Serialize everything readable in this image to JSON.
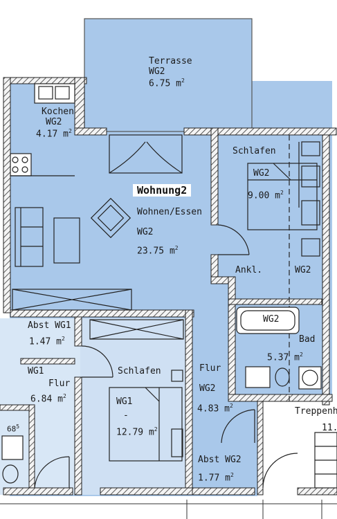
{
  "plan": {
    "title": "Wohnung2",
    "unit": "m",
    "colors": {
      "room_fill": "#a9c8ea",
      "room_fill_light": "#d4e4f5",
      "wall": "#2a2a2a",
      "paper": "#ffffff"
    },
    "rooms": [
      {
        "id": "terrasse",
        "name": "Terrasse",
        "code": "WG2",
        "area": "6.75"
      },
      {
        "id": "kochen",
        "name": "Kochen",
        "code": "WG2",
        "area": "4.17"
      },
      {
        "id": "wohnen",
        "name": "Wohnen/Essen",
        "code": "WG2",
        "area": "23.75"
      },
      {
        "id": "schlafen2",
        "name": "Schlafen",
        "code": "WG2",
        "area": "9.00"
      },
      {
        "id": "ankl",
        "name": "Ankl.",
        "code": "WG2"
      },
      {
        "id": "bad",
        "name": "Bad",
        "code": "WG2",
        "area": "5.37"
      },
      {
        "id": "flur2",
        "name": "Flur",
        "code": "WG2",
        "area": "4.83"
      },
      {
        "id": "abst2",
        "name": "Abst",
        "code": "WG2",
        "area": "1.77"
      },
      {
        "id": "abst1",
        "name": "Abst",
        "code": "WG1",
        "area": "1.47"
      },
      {
        "id": "flur1",
        "name": "Flur",
        "code": "WG1",
        "area": "6.84"
      },
      {
        "id": "schlafen1",
        "name": "Schlafen",
        "code": "WG1",
        "area": "12.79",
        "dash": "-"
      },
      {
        "id": "treppenhaus",
        "name": "Treppenh",
        "area": "11."
      },
      {
        "id": "misc",
        "text": "68",
        "sup": "5"
      }
    ]
  }
}
